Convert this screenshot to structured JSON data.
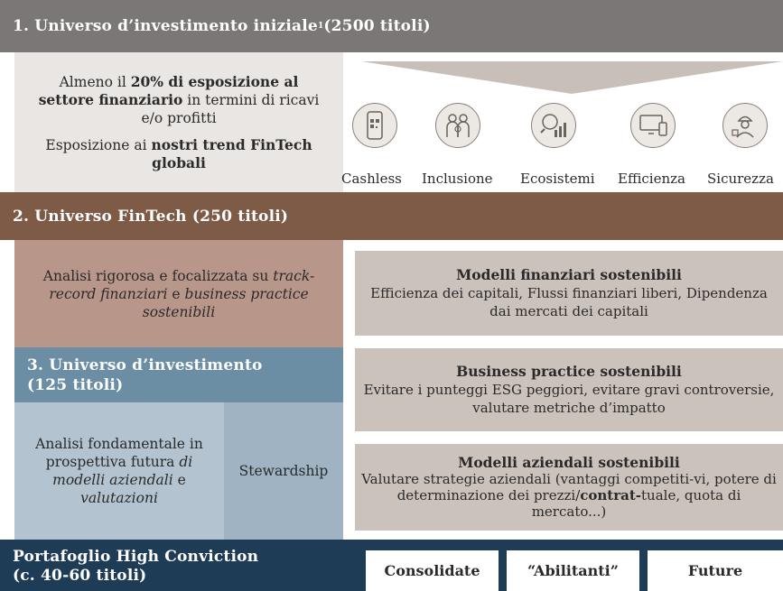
{
  "section1": {
    "title": "1. Universo d’investimento iniziale",
    "sup": "1",
    "count": " (2500 titoli)",
    "crit1_pre": "Almeno il ",
    "crit1_bold": "20% di esposizione al settore finanziario",
    "crit1_post": " in termini di ricavi e/o profitti",
    "crit2_pre": "Esposizione ai ",
    "crit2_bold": "nostri trend FinTech globali",
    "trends": [
      {
        "label": "Cashless",
        "icon": "smartphone-qr-icon"
      },
      {
        "label": "Inclusione",
        "icon": "family-icon"
      },
      {
        "label": "Ecosistemi",
        "icon": "magnifier-chart-icon"
      },
      {
        "label": "Efficienza",
        "icon": "computer-phone-icon"
      },
      {
        "label": "Sicurezza",
        "icon": "security-hacker-icon"
      }
    ]
  },
  "section2": {
    "title": "2. Universo FinTech (250 titoli)",
    "analysis_pre": "Analisi rigorosa e focalizzata su ",
    "analysis_it1": "track-record finanziari",
    "analysis_mid": " e ",
    "analysis_it2": "business practice sostenibili"
  },
  "section3": {
    "title_l1": "3. Universo d’investimento",
    "title_l2": "(125 titoli)",
    "analysis_pre": "Analisi fondamentale in prospettiva futura ",
    "analysis_it1": "di modelli aziendali",
    "analysis_mid": " e ",
    "analysis_it2": "valutazioni",
    "stewardship": "Stewardship"
  },
  "boxes": [
    {
      "title": "Modelli finanziari sostenibili",
      "text": "Efficienza dei capitali, Flussi finanziari liberi, Dipendenza dai mercati dei capitali"
    },
    {
      "title": "Business practice sostenibili",
      "text": "Evitare i punteggi ESG peggiori, evitare gravi controversie, valutare metriche d’impatto"
    },
    {
      "title": "Modelli aziendali sostenibili",
      "text_pre": "Valutare strategie aziendali (vantaggi competiti-vi, potere di determinazione dei prezzi/",
      "text_bold": "contrat-",
      "text_post": "tuale, quota di mercato...)"
    }
  ],
  "portfolio": {
    "title_l1": "Portafoglio High Conviction",
    "title_l2": "(c. 40-60 titoli)",
    "pills": [
      "Consolidate",
      "“Abilitanti”",
      "Future"
    ]
  },
  "colors": {
    "band1": "#7b7777",
    "band2": "#7e5b47",
    "band3": "#6c8ea5",
    "band4": "#1f3c57",
    "criteria_bg": "#e9e6e3",
    "analysis2_bg": "#b8978a",
    "analysis3_bg": "#b3c3cf",
    "stewardship_bg": "#9fb3c2",
    "box_bg": "#cbc2bb",
    "funnel": "#c8bfb8"
  }
}
